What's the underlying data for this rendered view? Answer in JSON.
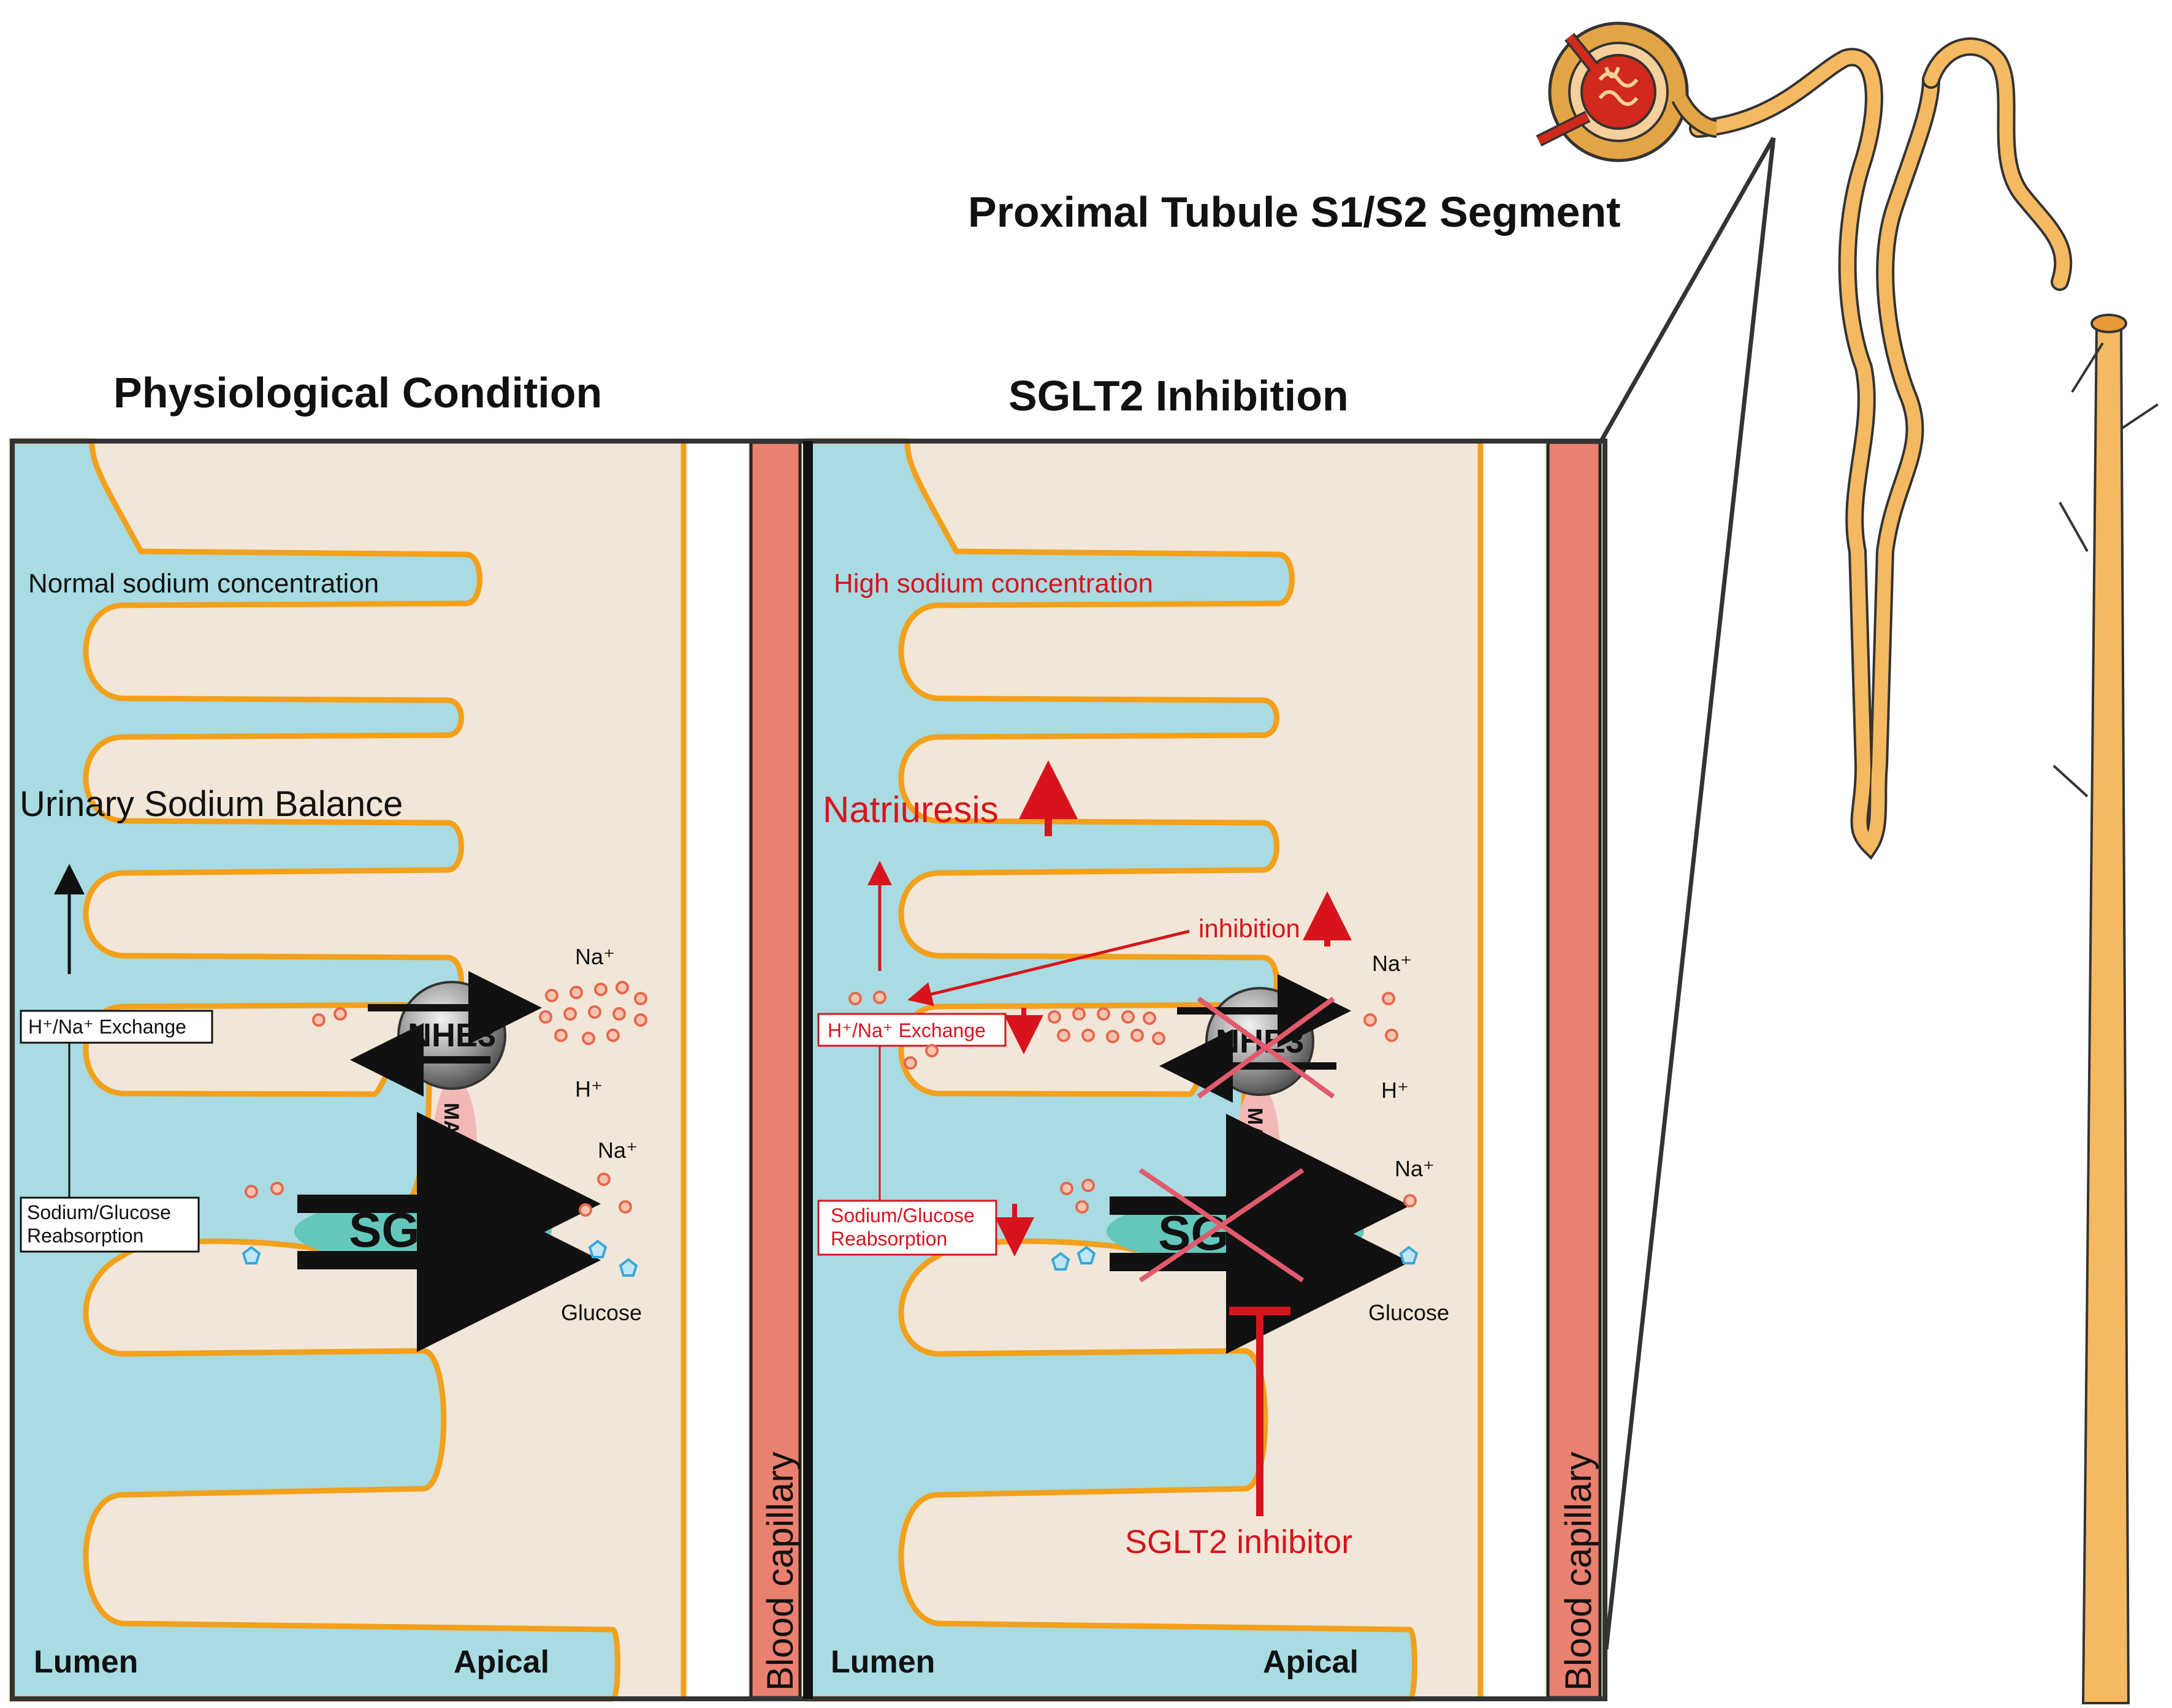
{
  "header": {
    "segment_title": "Proximal Tubule S1/S2 Segment",
    "left_title": "Physiological Condition",
    "right_title": "SGLT2 Inhibition"
  },
  "left_panel": {
    "sodium_text": "Normal sodium concentration",
    "balance_text": "Urinary Sodium Balance",
    "exchange_box": "H⁺/Na⁺ Exchange",
    "reabsorption_line1": "Sodium/Glucose",
    "reabsorption_line2": "Reabsorption",
    "nhe3": "NHE3",
    "map17": "MAP17",
    "sglt2": "SGLT2",
    "na_top": "Na⁺",
    "h_plus": "H⁺",
    "na_bottom": "Na⁺",
    "glucose": "Glucose",
    "lumen": "Lumen",
    "apical": "Apical",
    "capillary": "Blood capillary"
  },
  "right_panel": {
    "sodium_text": "High sodium concentration",
    "natriuresis": "Natriuresis",
    "inhibition": "inhibition",
    "exchange_box": "H⁺/Na⁺ Exchange",
    "reabsorption_line1": "Sodium/Glucose",
    "reabsorption_line2": "Reabsorption",
    "nhe3": "NHE3",
    "map17": "MAP17",
    "sglt2": "SGLT2",
    "na_top": "Na⁺",
    "h_plus": "H⁺",
    "na_bottom": "Na⁺",
    "glucose": "Glucose",
    "inhibitor": "SGLT2 inhibitor",
    "lumen": "Lumen",
    "apical": "Apical",
    "capillary": "Blood capillary"
  },
  "colors": {
    "lumen": "#a8dbe2",
    "cell": "#f1e6d7",
    "membrane": "#f3a01b",
    "capillary": "#e98070",
    "highlight_red": "#d7141e",
    "sglt2": "#64c7bb",
    "map17": "#f2b8b8",
    "tubule": "#f5b961"
  },
  "icons": {
    "nephron": "nephron-illustration",
    "glucose": "pentagon-glucose-icon",
    "sodium": "dot-sodium-icon"
  }
}
